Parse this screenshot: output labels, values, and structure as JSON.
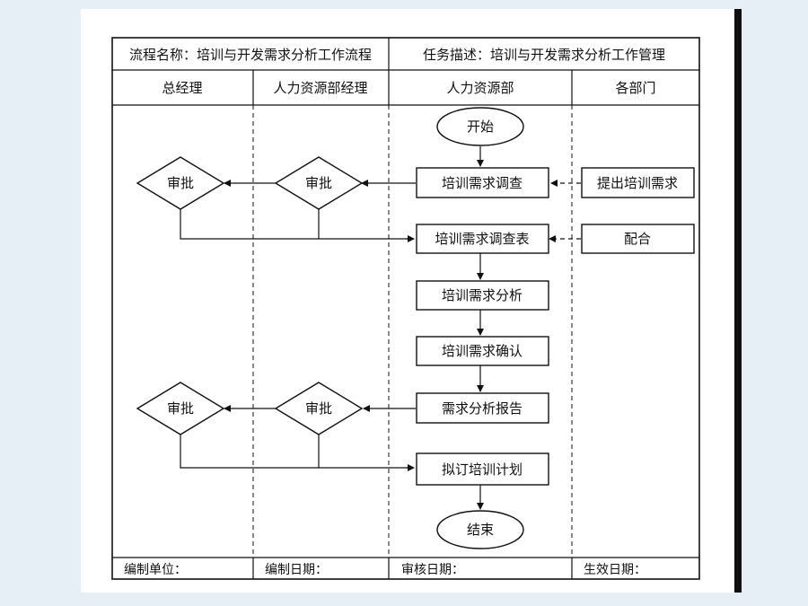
{
  "header": {
    "process_name": "流程名称：培训与开发需求分析工作流程",
    "task_description": "任务描述：培训与开发需求分析工作管理"
  },
  "lanes": [
    "总经理",
    "人力资源部经理",
    "人力资源部",
    "各部门"
  ],
  "nodes": {
    "start": "开始",
    "survey": "培训需求调查",
    "propose_need": "提出培训需求",
    "approve_gm_1": "审批",
    "approve_hrm_1": "审批",
    "survey_form": "培训需求调查表",
    "cooperate": "配合",
    "analysis": "培训需求分析",
    "confirm": "培训需求确认",
    "report": "需求分析报告",
    "approve_gm_2": "审批",
    "approve_hrm_2": "审批",
    "plan": "拟订培训计划",
    "end": "结束"
  },
  "footer": {
    "unit": "编制单位：",
    "prepared_date": "编制日期：",
    "review_date": "审核日期：",
    "effective_date": "生效日期："
  },
  "colors": {
    "background": "#e6eef6",
    "sheet": "#ffffff",
    "line": "#111111",
    "edge_bar": "#101010"
  }
}
